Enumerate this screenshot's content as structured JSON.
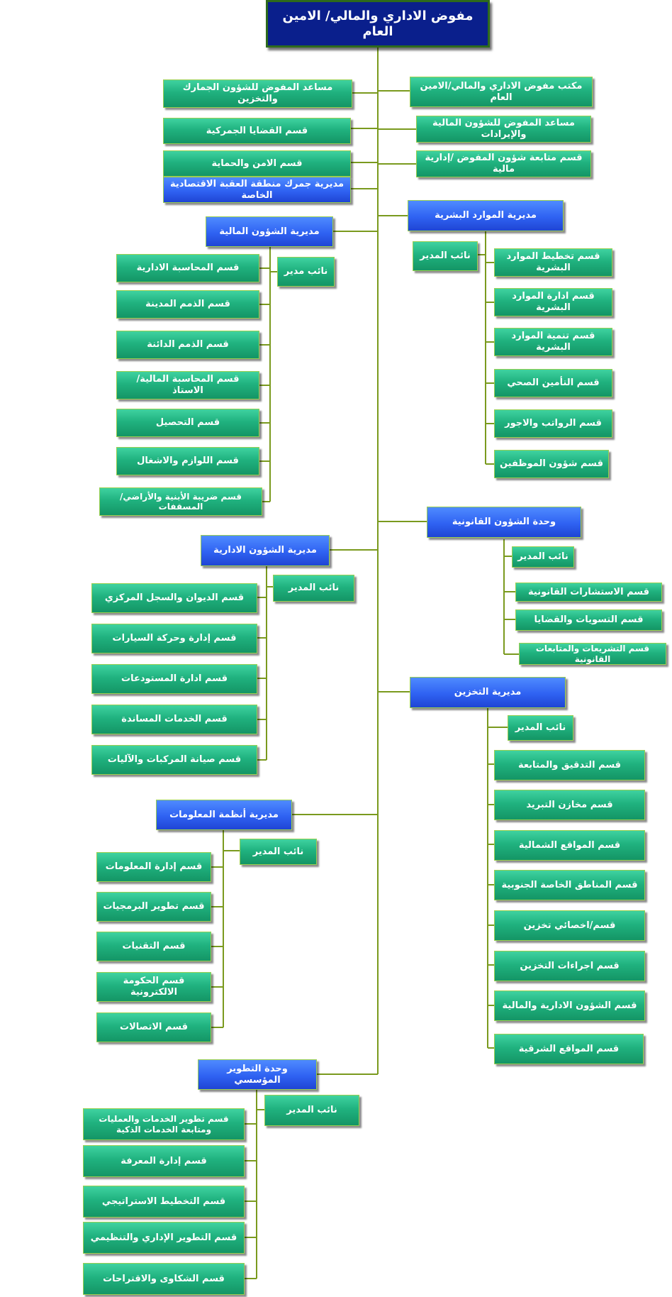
{
  "title": "مفوض الاداري والمالي/ الامين العام",
  "right_top": [
    "مكتب مفوض الاداري والمالي/الامين العام",
    "مساعد المفوض للشؤون المالية والإيرادات",
    "قسم متابعة شؤون المفوض /إدارية مالية"
  ],
  "left_top": [
    "مساعد المفوض للشؤون الجمارك والتخزين",
    "قسم القضايا الجمركية",
    "قسم الامن والحماية",
    "مديرية جمرك منطقة العقبة الاقتصادية الخاصة"
  ],
  "hr": {
    "title": "مديرية الموارد البشرية",
    "deputy": "نائب المدير",
    "sections": [
      "قسم تخطيط الموارد البشرية",
      "قسم ادارة الموارد البشرية",
      "قسم تنمية الموارد البشرية",
      "قسم التأمين الصحي",
      "قسم الرواتب والاجور",
      "قسم شؤون الموظفين"
    ]
  },
  "finance": {
    "title": "مديرية الشؤون المالية",
    "deputy": "نائب مدير",
    "sections": [
      "قسم المحاسبة الادارية",
      "قسم الذمم المدينة",
      "قسم الذمم الدائنة",
      "قسم المحاسبة المالية/الاستاذ",
      "قسم التحصيل",
      "قسم اللوازم والاشغال",
      "قسم ضريبة الأبنية والأراضي/المسقفات"
    ]
  },
  "legal": {
    "title": "وحدة الشؤون القانونية",
    "deputy": "نائب المدير",
    "sections": [
      "قسم الاستشارات القانونية",
      "قسم التسويات والقضايا",
      "قسم التشريعات والمتابعات القانونية"
    ]
  },
  "admin": {
    "title": "مديرية الشؤون الادارية",
    "deputy": "نائب المدير",
    "sections": [
      "قسم الديوان والسجل المركزي",
      "قسم إدارة وحركة السيارات",
      "قسم ادارة المستودعات",
      "قسم الخدمات المساندة",
      "قسم صيانة المركبات والآليات"
    ]
  },
  "storage": {
    "title": "مديرية التخزين",
    "deputy": "نائب المدير",
    "sections": [
      "قسم التدقيق والمتابعة",
      "قسم مخازن التبريد",
      "قسم المواقع الشمالية",
      "قسم المناطق الخاصة الجنوبية",
      "قسم/اخصائي تخزين",
      "قسم اجراءات التخزين",
      "قسم الشؤون الادارية والمالية",
      "قسم المواقع الشرقية"
    ]
  },
  "it": {
    "title": "مديرية أنظمة المعلومات",
    "deputy": "نائب المدير",
    "sections": [
      "قسم إدارة المعلومات",
      "قسم تطوير البرمجيات",
      "قسم التقنيات",
      "قسم الحكومة الالكترونية",
      "قسم الاتصالات"
    ]
  },
  "inst": {
    "title": "وحدة التطوير المؤسسي",
    "deputy": "نائب المدير",
    "sections": [
      "قسم تطوير الخدمات والعمليات ومتابعة الخدمات الذكية",
      "قسم إدارة المعرفة",
      "قسم التخطيط الاستراتيجي",
      "قسم التطوير الإداري والتنظيمي",
      "قسم الشكاوى والاقتراحات"
    ]
  },
  "colors": {
    "connector": "#7a9a1e",
    "section_green": "#20b27f",
    "directorate_blue": "#2f62f2",
    "title_navy": "#0a1f8c"
  }
}
